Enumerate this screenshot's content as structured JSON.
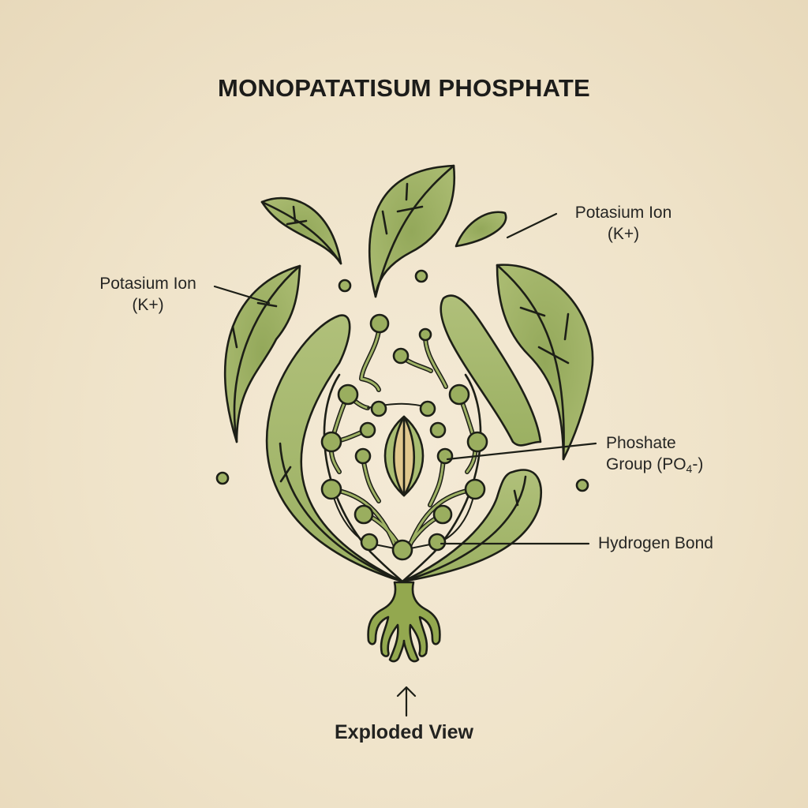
{
  "diagram": {
    "title": "MONOPATATISUM PHOSPHATE",
    "labels": {
      "potassium_right": {
        "line1": "Potasium Ion",
        "line2": "(K+)"
      },
      "potassium_left": {
        "line1": "Potasium Ion",
        "line2": "(K+)"
      },
      "phosphate": {
        "line1": "Phoshate",
        "line2_prefix": "Group (PO",
        "line2_sub": "4",
        "line2_suffix": "-)"
      },
      "hydrogen_bond": "Hydrogen Bond"
    },
    "bottom_caption": "Exploded View",
    "arrow_icon": "up-arrow",
    "colors": {
      "background": "#f1e6cf",
      "leaf_fill": "#9fb265",
      "leaf_fill_light": "#aebd76",
      "stroke": "#1d1f17",
      "seed_fill": "#e0c88e",
      "text": "#1f1f1d"
    }
  }
}
